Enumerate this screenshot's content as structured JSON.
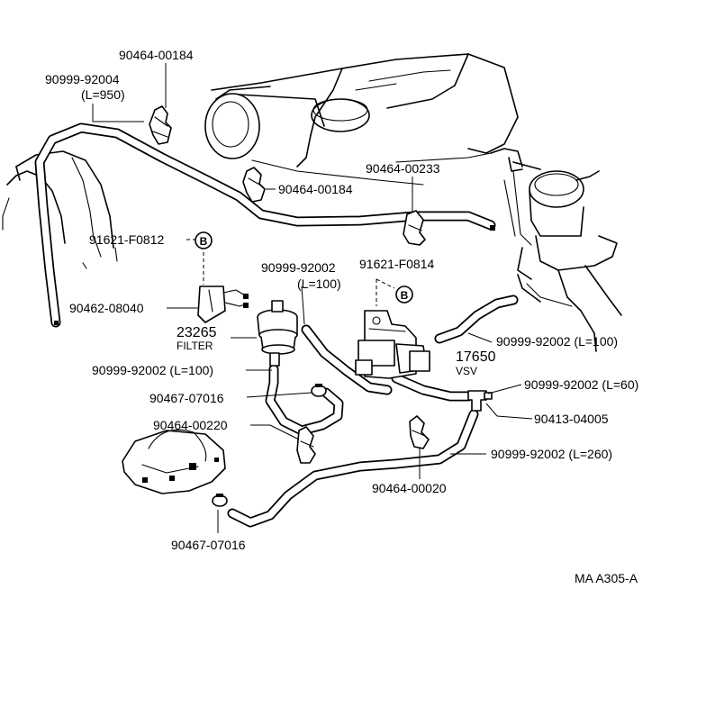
{
  "labels": {
    "p_90464_00184_top": "90464-00184",
    "p_90999_92004": "90999-92004",
    "p_l950": "(L=950)",
    "p_90464_00184_mid": "90464-00184",
    "p_90464_00233": "90464-00233",
    "p_91621_f0812": "91621-F0812",
    "p_90999_92002_a": "90999-92002",
    "p_l100_a": "(L=100)",
    "p_91621_f0814": "91621-F0814",
    "p_90462_08040": "90462-08040",
    "p_23265": "23265",
    "p_filter": "FILTER",
    "p_90999_92002_b": "90999-92002 (L=100)",
    "p_17650": "17650",
    "p_vsv": "VSV",
    "p_90999_92002_c": "90999-92002 (L=100)",
    "p_90467_07016_a": "90467-07016",
    "p_90999_92002_d": "90999-92002 (L=60)",
    "p_90413_04005": "90413-04005",
    "p_90464_00220": "90464-00220",
    "p_90999_92002_e": "90999-92002 (L=260)",
    "p_90464_00020": "90464-00020",
    "p_90467_07016_b": "90467-07016",
    "callout_b": "B",
    "drawing_code": "MA  A305-A"
  }
}
